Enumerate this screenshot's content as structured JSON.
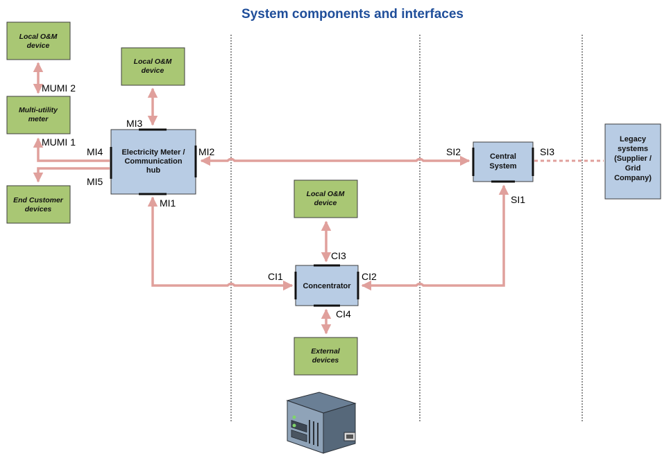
{
  "title": "System components and interfaces",
  "boxes": {
    "local_om_1": [
      "Local O&M",
      "device"
    ],
    "multi_utility_meter": [
      "Multi-utility",
      "meter"
    ],
    "end_customer_devices": [
      "End Customer",
      "devices"
    ],
    "local_om_2": [
      "Local O&M",
      "device"
    ],
    "electricity_meter": [
      "Electricity Meter /",
      "Communication",
      "hub"
    ],
    "local_om_3": [
      "Local O&M",
      "device"
    ],
    "concentrator": [
      "Concentrator"
    ],
    "external_devices": [
      "External",
      "devices"
    ],
    "central_system": [
      "Central",
      "System"
    ],
    "legacy_systems": [
      "Legacy",
      "systems",
      "(Supplier /",
      "Grid",
      "Company)"
    ]
  },
  "interfaces": {
    "mumi2": "MUMI 2",
    "mumi1": "MUMI 1",
    "mi1": "MI1",
    "mi2": "MI2",
    "mi3": "MI3",
    "mi4": "MI4",
    "mi5": "MI5",
    "ci1": "CI1",
    "ci2": "CI2",
    "ci3": "CI3",
    "ci4": "CI4",
    "si1": "SI1",
    "si2": "SI2",
    "si3": "SI3"
  },
  "colors": {
    "title": "#1f4e9a",
    "device_box": "#a9c774",
    "system_box": "#b8cce4",
    "connector": "#e0a09c"
  },
  "icons": {
    "server": "server-icon"
  }
}
